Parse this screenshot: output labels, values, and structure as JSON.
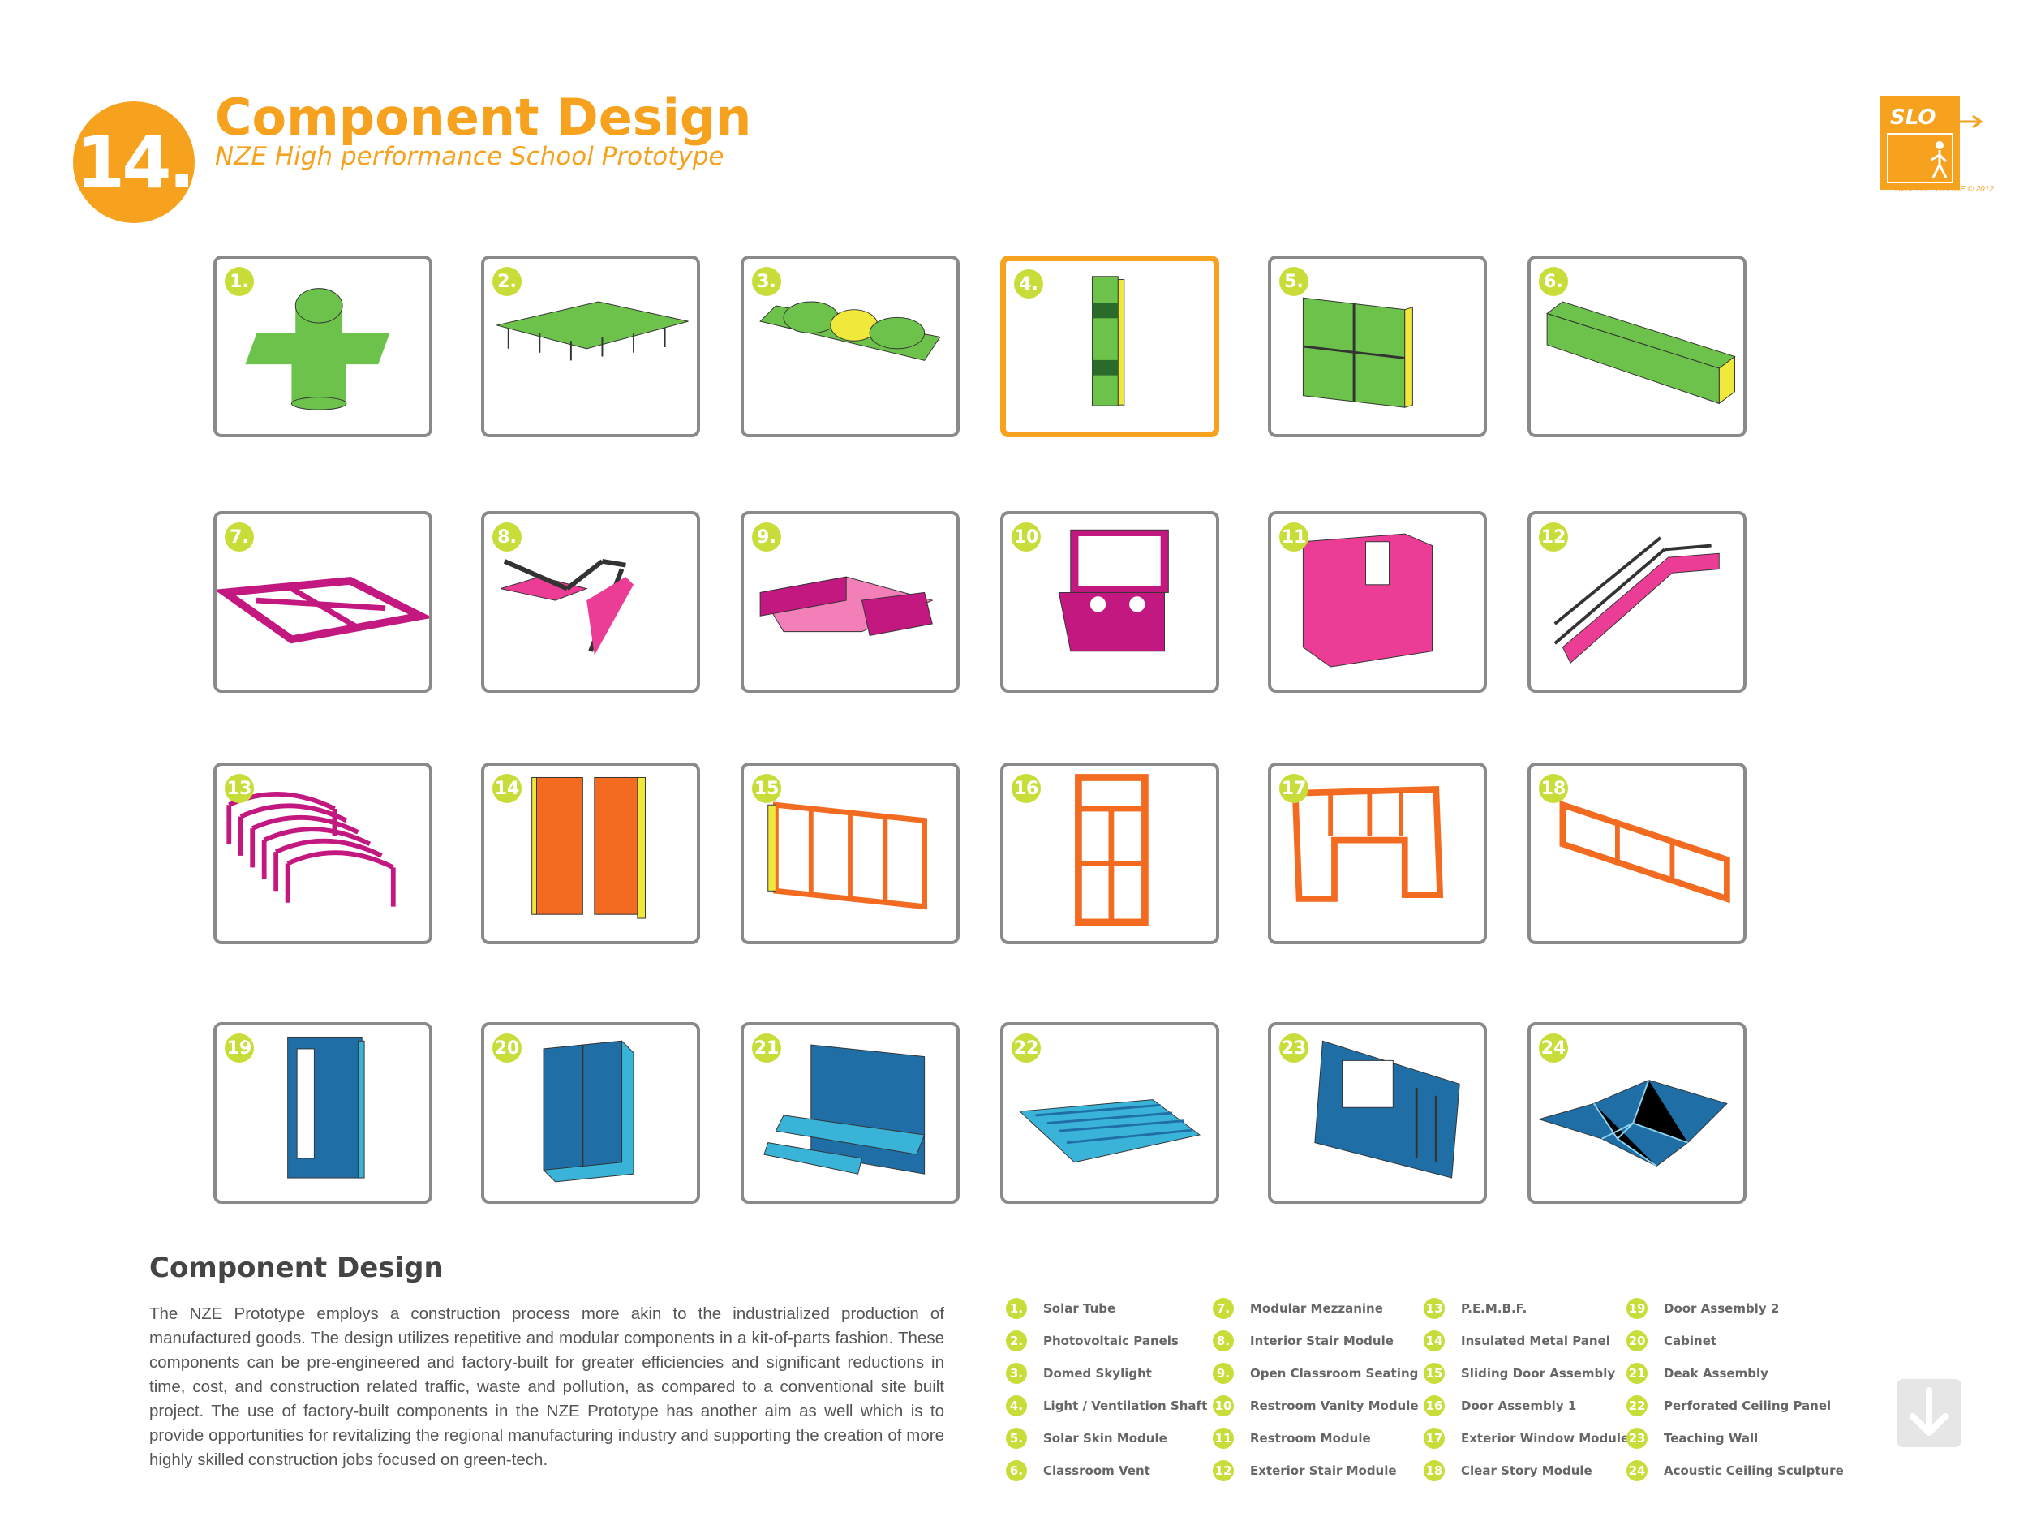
{
  "header": {
    "number": "14.",
    "title": "Component Design",
    "subtitle": "NZE High performance School Prototype"
  },
  "logo": {
    "text": "SLO",
    "caption": "SWIFTLEEOFFICE © 2012"
  },
  "tiles": [
    {
      "num": "1."
    },
    {
      "num": "2."
    },
    {
      "num": "3."
    },
    {
      "num": "4."
    },
    {
      "num": "5."
    },
    {
      "num": "6."
    },
    {
      "num": "7."
    },
    {
      "num": "8."
    },
    {
      "num": "9."
    },
    {
      "num": "10"
    },
    {
      "num": "11"
    },
    {
      "num": "12"
    },
    {
      "num": "13"
    },
    {
      "num": "14"
    },
    {
      "num": "15"
    },
    {
      "num": "16"
    },
    {
      "num": "17"
    },
    {
      "num": "18"
    },
    {
      "num": "19"
    },
    {
      "num": "20"
    },
    {
      "num": "21"
    },
    {
      "num": "22"
    },
    {
      "num": "23"
    },
    {
      "num": "24"
    }
  ],
  "selected_tile": 4,
  "description": {
    "title": "Component Design",
    "body": "The NZE Prototype employs a construction process more akin to the industrialized production of manufactured goods. The design utilizes repetitive and modular components in a kit-of-parts fashion. These components can be pre-engineered and factory-built for greater efficiencies and significant reductions in time, cost, and construction related traffic, waste and pollution, as compared to a conventional site built project. The use of factory-built components in the NZE Prototype has another aim as well which is to provide opportunities for revitalizing the regional manufacturing industry and supporting the creation of more highly skilled construction jobs focused on green-tech."
  },
  "legend": [
    [
      {
        "n": "1.",
        "label": "Solar Tube"
      },
      {
        "n": "2.",
        "label": "Photovoltaic Panels"
      },
      {
        "n": "3.",
        "label": "Domed Skylight"
      },
      {
        "n": "4.",
        "label": "Light / Ventilation Shaft"
      },
      {
        "n": "5.",
        "label": "Solar Skin Module"
      },
      {
        "n": "6.",
        "label": "Classroom Vent"
      }
    ],
    [
      {
        "n": "7.",
        "label": "Modular Mezzanine"
      },
      {
        "n": "8.",
        "label": "Interior Stair Module"
      },
      {
        "n": "9.",
        "label": "Open Classroom Seating"
      },
      {
        "n": "10",
        "label": "Restroom Vanity Module"
      },
      {
        "n": "11",
        "label": "Restroom Module"
      },
      {
        "n": "12",
        "label": "Exterior Stair Module"
      }
    ],
    [
      {
        "n": "13",
        "label": "P.E.M.B.F."
      },
      {
        "n": "14",
        "label": "Insulated Metal Panel"
      },
      {
        "n": "15",
        "label": "Sliding Door Assembly"
      },
      {
        "n": "16",
        "label": "Door Assembly 1"
      },
      {
        "n": "17",
        "label": "Exterior Window Module"
      },
      {
        "n": "18",
        "label": "Clear Story Module"
      }
    ],
    [
      {
        "n": "19",
        "label": "Door Assembly 2"
      },
      {
        "n": "20",
        "label": "Cabinet"
      },
      {
        "n": "21",
        "label": "Deak Assembly"
      },
      {
        "n": "22",
        "label": "Perforated Ceiling Panel"
      },
      {
        "n": "23",
        "label": "Teaching Wall"
      },
      {
        "n": "24",
        "label": "Acoustic Ceiling Sculpture"
      }
    ]
  ],
  "colors": {
    "accent": "#f6a21e",
    "badge": "#c9dd3a",
    "green": "#6cc24a",
    "yellow": "#f0e83a",
    "magenta": "#c2187f",
    "pink": "#ec3d96",
    "orange": "#f26b21",
    "blue": "#1f6fa6",
    "cyan": "#3ab3d9"
  }
}
